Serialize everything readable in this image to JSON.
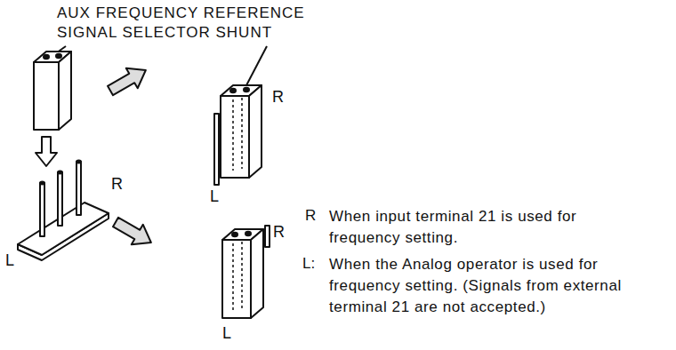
{
  "diagram": {
    "labels": [
      "AUX FREQUENCY REFERENCE SIGNAL SELECTOR SHUNT",
      "R",
      "L",
      "R",
      "L",
      "R",
      "L",
      "R",
      "When input terminal 21 is used for frequency setting.",
      "L:",
      "When the Analog operator is used for frequency setting. (Signals from external terminal 21 are not accepted.)"
    ]
  }
}
